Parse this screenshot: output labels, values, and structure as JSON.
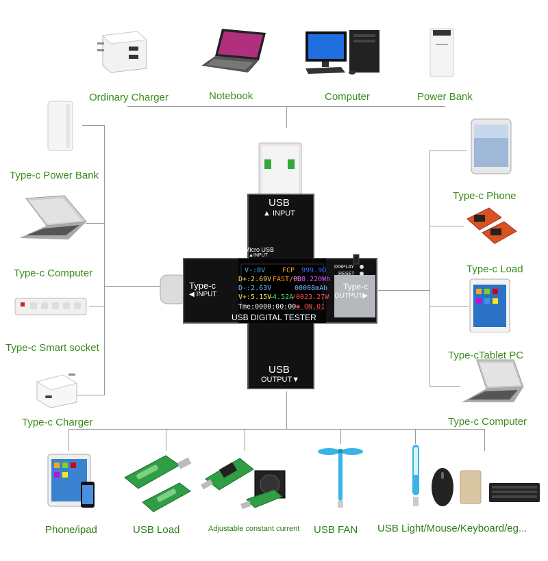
{
  "top_devices": [
    {
      "label": "Ordinary Charger"
    },
    {
      "label": "Notebook"
    },
    {
      "label": "Computer"
    },
    {
      "label": "Power Bank"
    }
  ],
  "left_devices": [
    {
      "label": "Type-c Power Bank"
    },
    {
      "label": "Type-c Computer"
    },
    {
      "label": "Type-c Smart socket"
    },
    {
      "label": "Type-c Charger"
    }
  ],
  "right_devices": [
    {
      "label": "Type-c Phone"
    },
    {
      "label": "Type-c Load"
    },
    {
      "label": "Type-cTablet PC"
    },
    {
      "label": "Type-c Computer"
    }
  ],
  "bottom_devices": [
    {
      "label": "Phone/ipad"
    },
    {
      "label": "USB Load"
    },
    {
      "label": "Adjustable constant current"
    },
    {
      "label": "USB FAN"
    },
    {
      "label": "USB Light/Mouse/Keyboard/eg..."
    }
  ],
  "tester": {
    "usb_input_title": "USB",
    "usb_input_sub": "▲ INPUT",
    "micro_usb": "Micro USB",
    "micro_usb_sub": "▲INPUT",
    "typec_in_title": "Type-c",
    "typec_in_sub": "◀ INPUT",
    "typec_out_title": "Type-c",
    "typec_out_sub": "OUTPUT▶",
    "display_btn": "DISPLAY",
    "reset_btn": "RESET",
    "name": "USB DIGITAL TESTER",
    "usb_output_title": "USB",
    "usb_output_sub": "OUTPUT▼",
    "screen": {
      "row1_a": "V-:0V",
      "row1_b": "FCP",
      "row1_c": "999.9Ω",
      "row2_a": "D+:2.69V",
      "row2_b": "FAST/PD",
      "row2_c": "008.220Wh",
      "row3_a": "D-:2.63V",
      "row3_c": "00008mAh",
      "row4_a": "V+:5.15V",
      "row4_b": "⟵4.52A",
      "row4_c": "/0023.27W",
      "row5_a": "Tme:0000:00:00",
      "row5_b": "✱ ON.01"
    }
  },
  "colors": {
    "label_green": "#3a8a1a",
    "line_gray": "#9a9a9a",
    "tester_body": "#111111",
    "usb_green": "#35a83a"
  }
}
